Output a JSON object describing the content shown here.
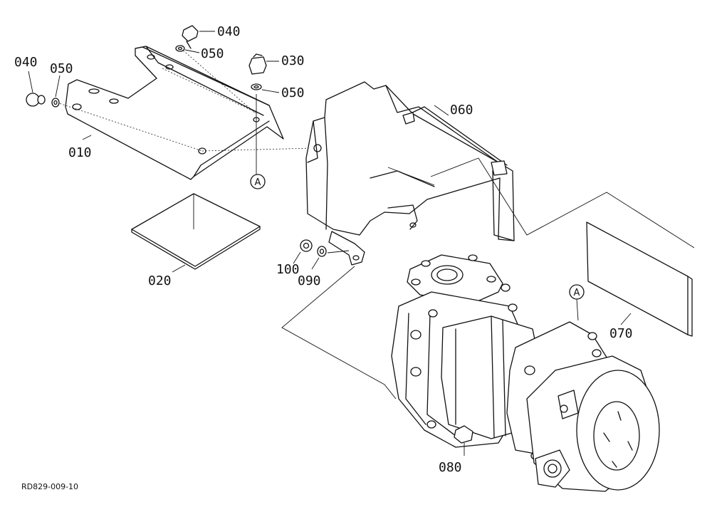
{
  "labels": {
    "p040a": "040",
    "p050a": "050",
    "p030": "030",
    "p050b": "050",
    "p040b": "040",
    "p050c": "050",
    "p010": "010",
    "p020": "020",
    "p060": "060",
    "p100": "100",
    "p090": "090",
    "p070": "070",
    "p080": "080",
    "refA1": "A",
    "refA2": "A"
  },
  "drawing_id": "RD829-009-10"
}
